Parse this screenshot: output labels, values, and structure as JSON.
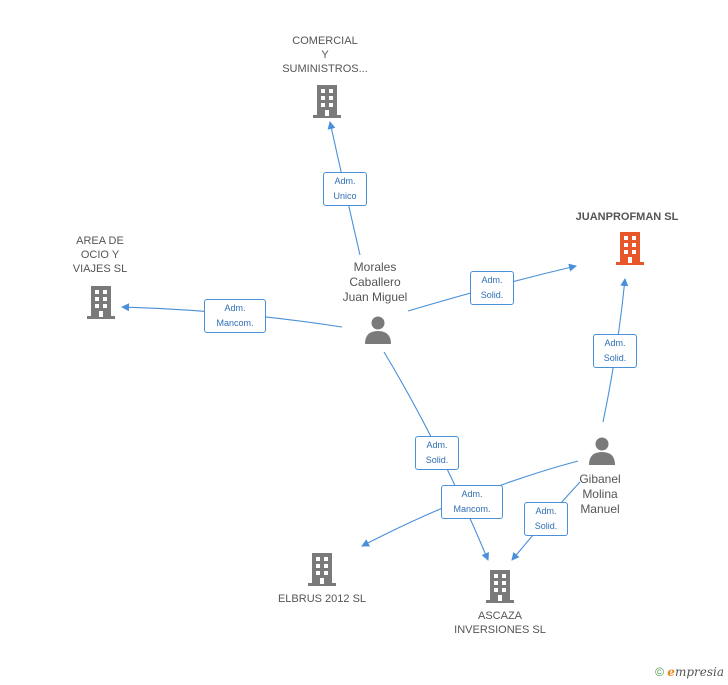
{
  "companies": {
    "comercial": {
      "label": "COMERCIAL\nY\nSUMINISTROS...",
      "color": "#7a7a7a"
    },
    "area_ocio": {
      "label": "AREA DE\nOCIO Y\nVIAJES SL",
      "color": "#7a7a7a"
    },
    "juanprofman": {
      "label": "JUANPROFMAN SL",
      "color": "#e8572a"
    },
    "elbrus": {
      "label": "ELBRUS 2012 SL",
      "color": "#7a7a7a"
    },
    "ascaza": {
      "label": "ASCAZA\nINVERSIONES SL",
      "color": "#7a7a7a"
    }
  },
  "people": {
    "morales": {
      "label": "Morales\nCaballero\nJuan Miguel"
    },
    "gibanel": {
      "label": "Gibanel\nMolina\nManuel"
    }
  },
  "roles": {
    "r1": "Adm.\nUnico",
    "r2": "Adm.\nMancom.",
    "r3": "Adm.\nSolid.",
    "r4": "Adm.\nSolid.",
    "r5": "Adm.\nSolid.",
    "r6": "Adm.\nMancom.",
    "r7": "Adm.\nSolid."
  },
  "colors": {
    "edge": "#4a90d9",
    "person": "#7a7a7a"
  },
  "footer": {
    "copyright_symbol": "©",
    "brand_initial": "e",
    "brand_rest": "mpresia"
  }
}
